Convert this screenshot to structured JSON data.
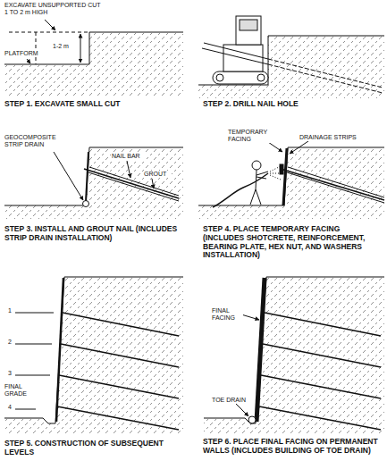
{
  "diagram": {
    "labels": [
      "EXCAVATE UNSUPPORTED CUT 1 TO 2 m HIGH",
      "PLATFORM",
      "1-2 m",
      "STEP 1. EXCAVATE SMALL CUT",
      "STEP 2. DRILL NAIL HOLE",
      "GEOCOMPOSITE STRIP DRAIN",
      "NAIL BAR",
      "GROUT",
      "STEP 3. INSTALL AND GROUT NAIL (INCLUDES STRIP DRAIN INSTALLATION)",
      "TEMPORARY FACING",
      "DRAINAGE STRIPS",
      "STEP 4. PLACE TEMPORARY FACING (INCLUDES SHOTCRETE, REINFORCEMENT, BEARING PLATE, HEX NUT, AND WASHERS INSTALLATION)",
      "1",
      "2",
      "3",
      "FINAL GRADE",
      "4",
      "STEP 5. CONSTRUCTION OF SUBSEQUENT LEVELS",
      "FINAL FACING",
      "TOE DRAIN",
      "STEP 6. PLACE FINAL FACING ON PERMANENT WALLS (INCLUDES BUILDING OF TOE DRAIN)"
    ]
  }
}
